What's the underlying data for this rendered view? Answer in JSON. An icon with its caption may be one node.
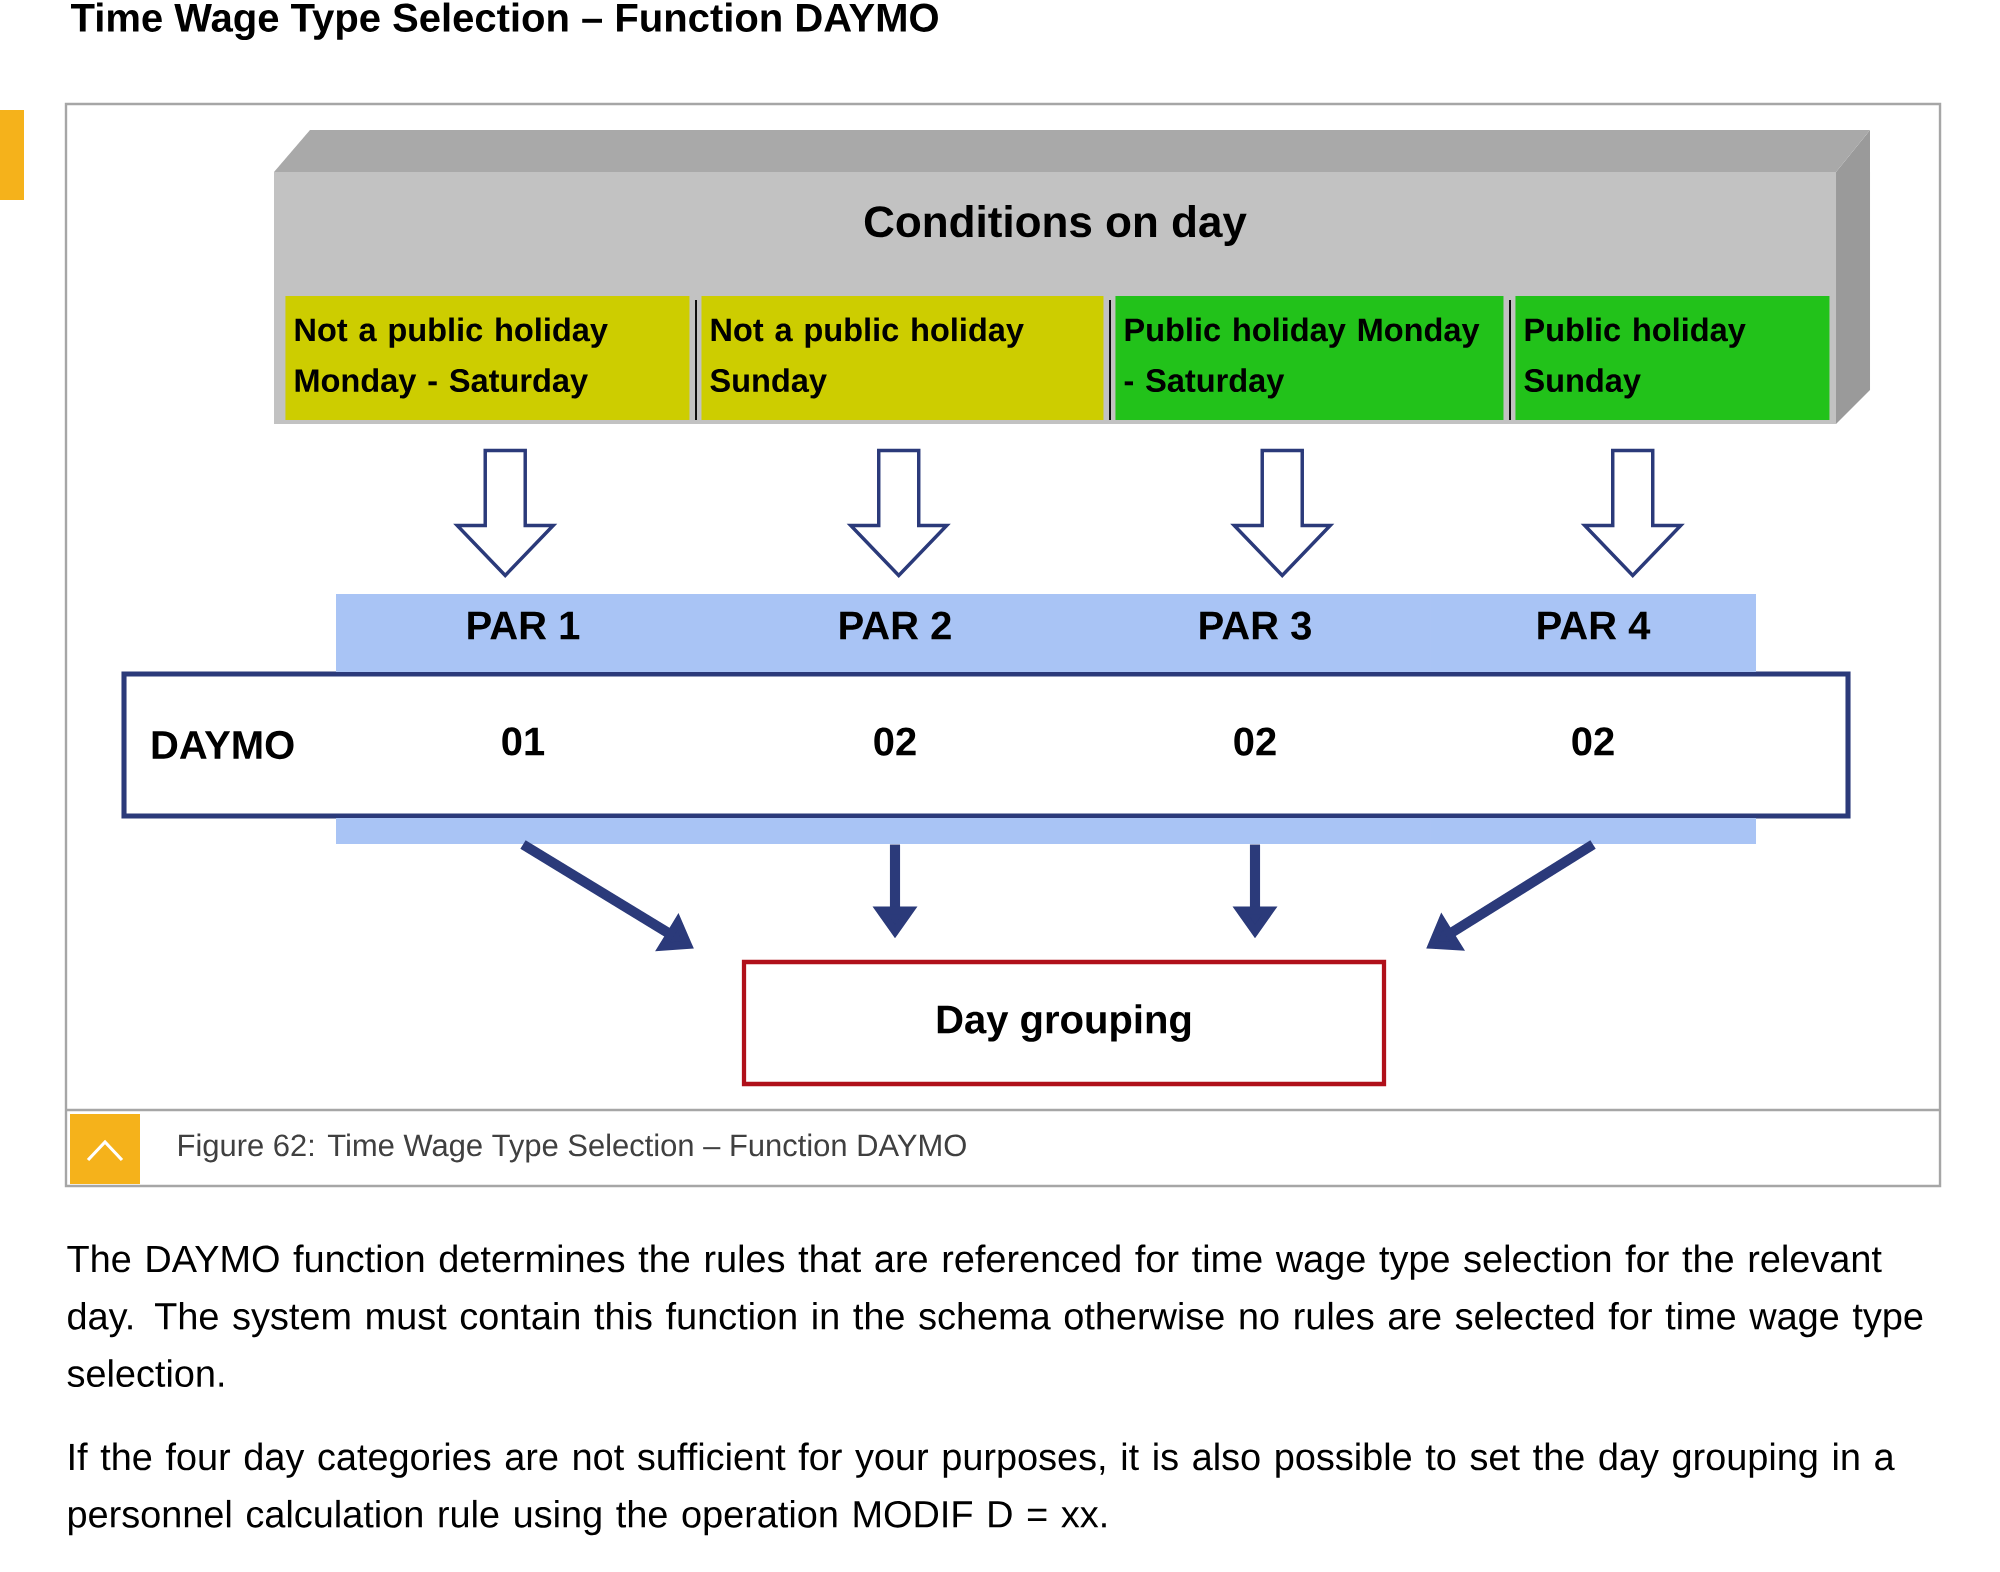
{
  "diagram": {
    "title": "Time Wage Type Selection – Function DAYMO",
    "caption": "Figure 62: Time Wage Type Selection – Function DAYMO",
    "nodes": [
      {
        "text": [
          "Conditions on day"
        ]
      },
      {
        "text": [
          "Not a public holiday Monday - Saturday"
        ],
        "in": 0
      },
      {
        "text": [
          "Not a public holiday Sunday"
        ],
        "in": 0
      },
      {
        "text": [
          "Public holiday Monday - Saturday"
        ],
        "in": 0
      },
      {
        "text": [
          "Public holiday Sunday"
        ],
        "in": 0
      },
      {
        "text": [
          "DAYMO"
        ]
      },
      {
        "text": [
          "PAR 1",
          "01"
        ]
      },
      {
        "text": [
          "PAR 2",
          "02"
        ]
      },
      {
        "text": [
          "PAR 3",
          "02"
        ]
      },
      {
        "text": [
          "PAR 4",
          "02"
        ]
      },
      {
        "text": [
          "Day grouping"
        ]
      }
    ],
    "edges": [
      {
        "from": 1,
        "to": 6,
        "arrow": "to"
      },
      {
        "from": 2,
        "to": 7,
        "arrow": "to"
      },
      {
        "from": 3,
        "to": 8,
        "arrow": "to"
      },
      {
        "from": 4,
        "to": 9,
        "arrow": "to"
      },
      {
        "from": 6,
        "to": 10,
        "arrow": "to"
      },
      {
        "from": 7,
        "to": 10,
        "arrow": "to"
      },
      {
        "from": 8,
        "to": 10,
        "arrow": "to"
      },
      {
        "from": 9,
        "to": 10,
        "arrow": "to"
      }
    ],
    "labels": [
      "The DAYMO function determines the rules that are referenced for time wage type selection for the relevant day. The system must contain this function in the schema otherwise no rules are selected for time wage type selection.",
      "If the four day categories are not sufficient for your purposes, it is also possible to set the day grouping in a personnel calculation rule using the operation MODIF D = xx."
    ]
  }
}
